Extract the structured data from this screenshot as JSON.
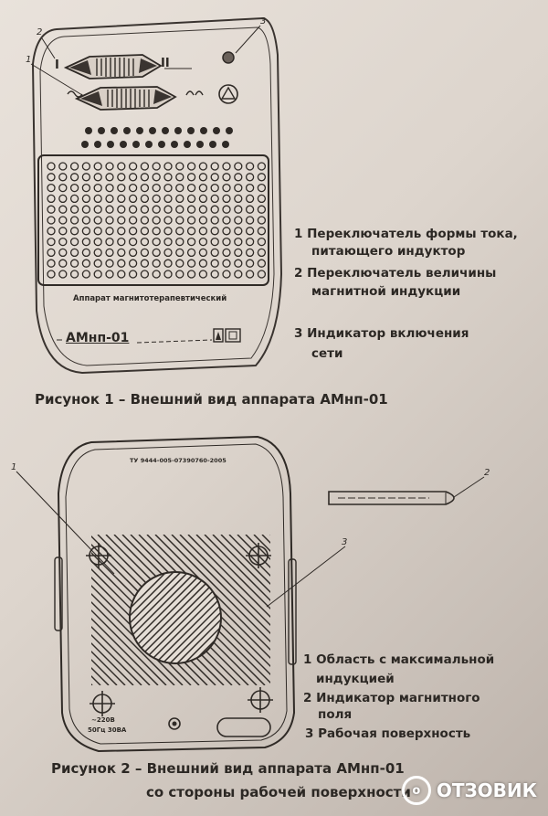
{
  "figure1": {
    "roman_one": "I",
    "roman_two": "II",
    "callout_1": "1",
    "callout_2": "2",
    "callout_3": "3",
    "device_label": "Аппарат магнитотерапевтический",
    "model": "АМнп-01",
    "legend": [
      {
        "num": "1",
        "line1": "Переключатель формы тока,",
        "line2": "питающего индуктор"
      },
      {
        "num": "2",
        "line1": "Переключатель величины",
        "line2": "магнитной индукции"
      },
      {
        "num": "3",
        "line1": "Индикатор включения",
        "line2": "сети"
      }
    ],
    "caption": "Рисунок 1 – Внешний вид аппарата АМнп-01"
  },
  "figure2": {
    "spec_text": "ТУ 9444-005-07390760-2005",
    "callout_1": "1",
    "callout_2": "2",
    "callout_3": "3",
    "rating_line1": "~220В",
    "rating_line2": "50Гц 30ВА",
    "legend": [
      {
        "num": "1",
        "line1": "Область с максимальной",
        "line2": "индукцией"
      },
      {
        "num": "2",
        "line1": "Индикатор магнитного",
        "line2": "поля"
      },
      {
        "num": "3",
        "line1": "Рабочая поверхность",
        "line2": ""
      }
    ],
    "caption_line1": "Рисунок 2 – Внешний вид аппарата АМнп-01",
    "caption_line2": "со стороны рабочей поверхности"
  },
  "watermark": {
    "logo": "о",
    "text": "ОТЗОВИК"
  }
}
